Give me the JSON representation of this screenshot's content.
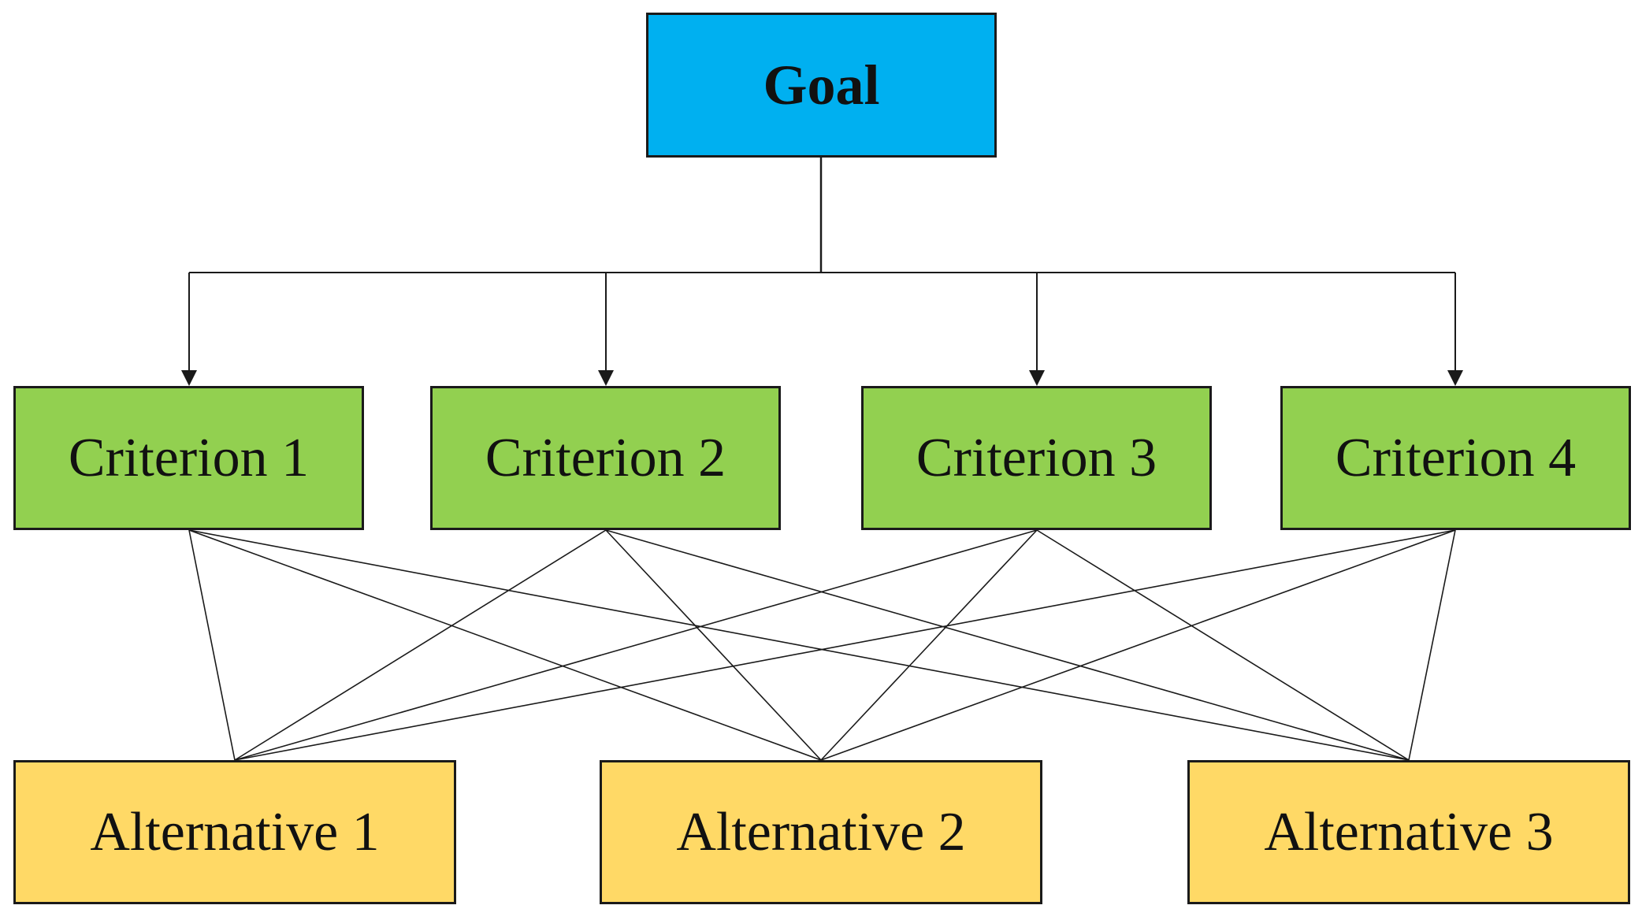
{
  "goal": {
    "label": "Goal",
    "color": "#00B0F0"
  },
  "criteria": [
    {
      "label": "Criterion 1"
    },
    {
      "label": "Criterion 2"
    },
    {
      "label": "Criterion 3"
    },
    {
      "label": "Criterion 4"
    }
  ],
  "alternatives": [
    {
      "label": "Alternative 1"
    },
    {
      "label": "Alternative 2"
    },
    {
      "label": "Alternative 3"
    }
  ],
  "colors": {
    "criterion": "#92D050",
    "alternative": "#FFD966",
    "line": "#1a1a1a"
  }
}
